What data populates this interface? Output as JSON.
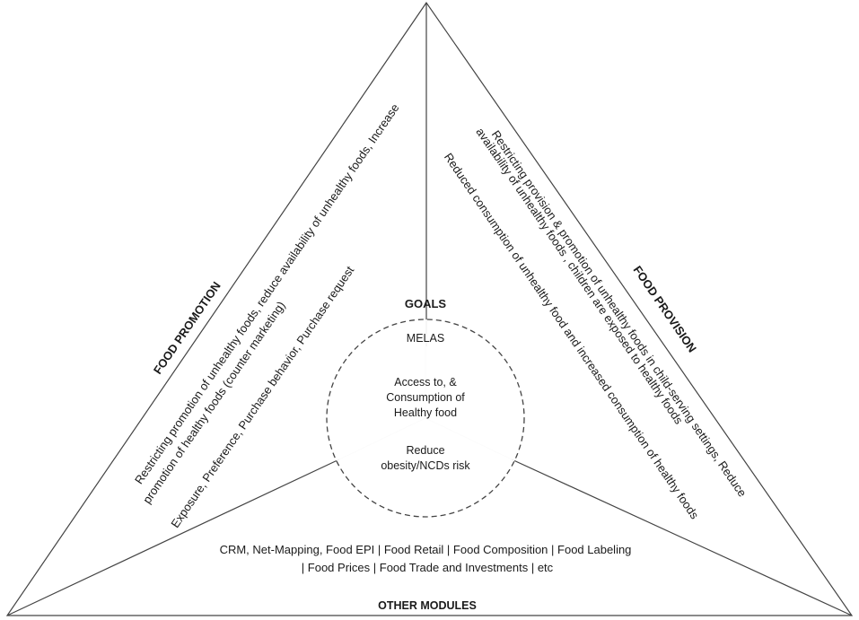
{
  "goals": {
    "heading": "GOALS",
    "items": [
      "MELAS",
      "Access to, &",
      "Consumption of",
      "Healthy food",
      "Reduce",
      "obesity/NCDs risk"
    ]
  },
  "food_promotion": {
    "title": "FOOD PROMOTION",
    "line1": "Restricting promotion of unhealthy foods, reduce availability of unhealthy foods, Increase",
    "line2": "promotion of healthy foods (counter marketing)",
    "line3": "Exposure, Preference, Purchase behavior, Purchase request"
  },
  "food_provision": {
    "title": "FOOD PROVISION",
    "line1": "Restricting provision & promotion of unhealthy foods in child-serving settings, Reduce",
    "line2": "availability of unhealthy foods , children are exposed to healthy foods",
    "line3": "Reduced consumption of unhealthy food and increased consumption of healthy foods"
  },
  "other_modules": {
    "title": "OTHER MODULES",
    "line1": "CRM, Net-Mapping, Food EPI | Food Retail | Food Composition | Food Labeling",
    "line2": "| Food Prices | Food Trade and Investments | etc"
  }
}
